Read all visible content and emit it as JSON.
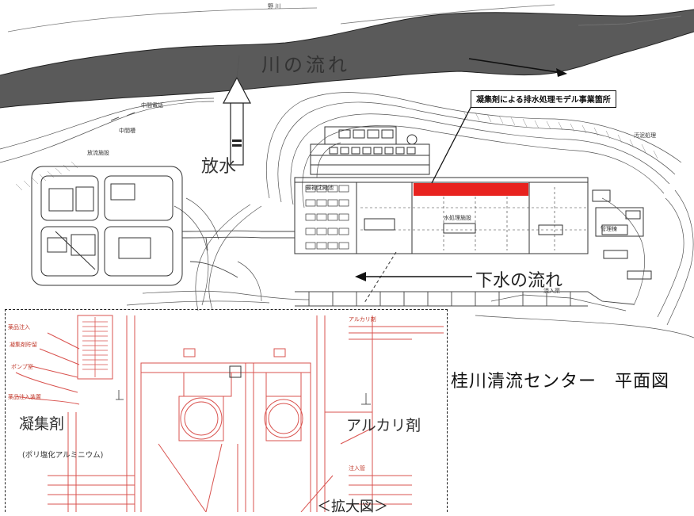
{
  "labels": {
    "river_flow": "川の流れ",
    "discharge": "放水",
    "sewage_flow": "下水の流れ",
    "model_site_callout": "凝集剤による排水処理モデル事業箇所",
    "plant_title": "桂川清流センター　平面図",
    "coagulant": "凝集剤",
    "coagulant_sub": "(ポリ塩化アルミニウム)",
    "alkali": "アルカリ剤",
    "enlarged_view": "＜拡大図＞"
  },
  "colors": {
    "river_fill": "#5a5a5a",
    "model_site": "#e8231f",
    "inset_lines": "#d9534f",
    "drawing_lines": "#333333"
  }
}
